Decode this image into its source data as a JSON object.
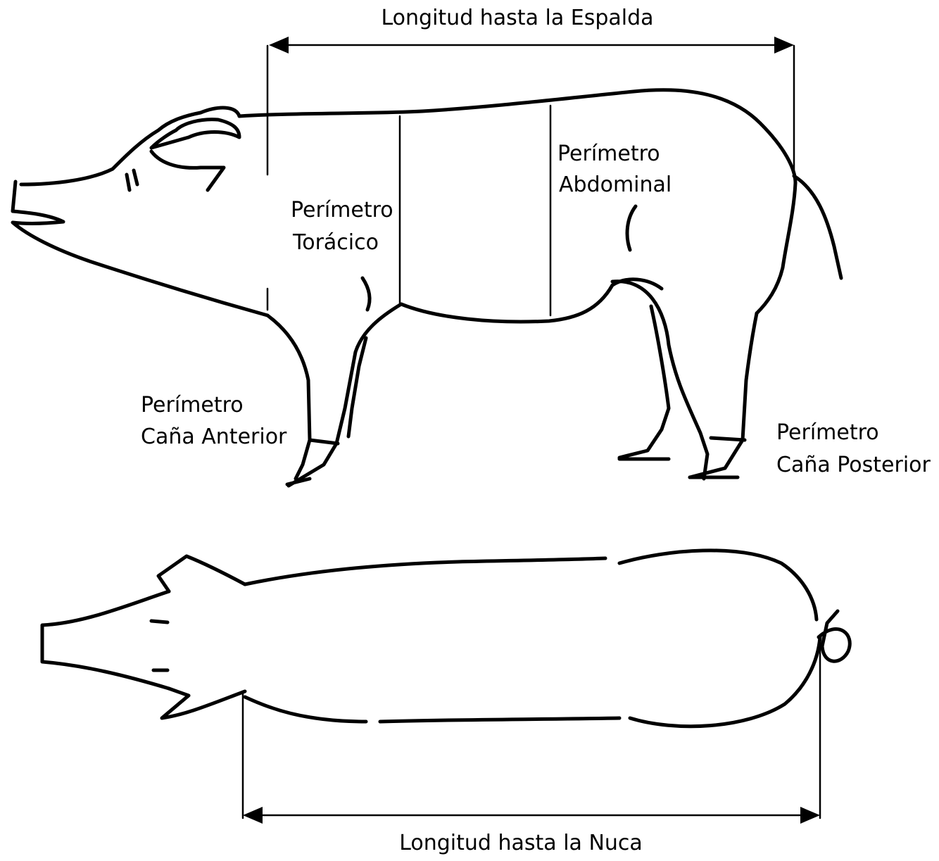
{
  "labels": {
    "longitud_espalda": "Longitud hasta la Espalda",
    "perimetro_toracico_1": "Perímetro",
    "perimetro_toracico_2": "Torácico",
    "perimetro_abdominal_1": "Perímetro",
    "perimetro_abdominal_2": "Abdominal",
    "cana_anterior_1": "Perímetro",
    "cana_anterior_2": "Caña Anterior",
    "cana_posterior_1": "Perímetro",
    "cana_posterior_2": "Caña Posterior",
    "longitud_nuca": "Longitud hasta la Nuca"
  },
  "colors": {
    "stroke": "#000000",
    "background": "#ffffff"
  }
}
